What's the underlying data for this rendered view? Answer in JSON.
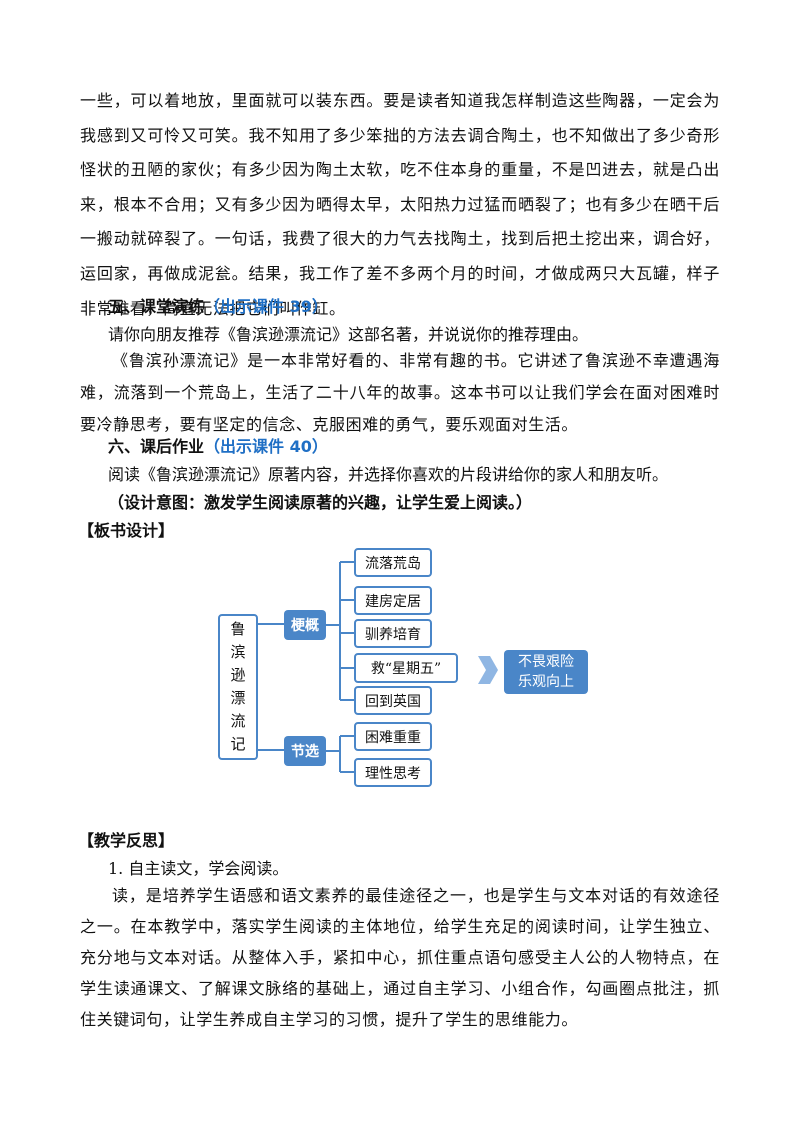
{
  "para1": "一些，可以着地放，里面就可以装东西。要是读者知道我怎样制造这些陶器，一定会为我感到又可怜又可笑。我不知用了多少笨拙的方法去调合陶土，也不知做出了多少奇形怪状的丑陋的家伙；有多少因为陶土太软，吃不住本身的重量，不是凹进去，就是凸出来，根本不合用；又有多少因为晒得太早，太阳热力过猛而晒裂了；也有多少在晒干后一搬动就碎裂了。一句话，我费了很大的力气去找陶土，找到后把土挖出来，调合好，运回家，再做成泥瓮。结果，我工作了差不多两个月的时间，才做成两只大瓦罐，样子非常难看，简直无法把它们叫作缸。",
  "section5": {
    "title": "五、课堂演练",
    "ref": "（出示课件 39）"
  },
  "section5_line1": "请你向朋友推荐《鲁滨逊漂流记》这部名著，并说说你的推荐理由。",
  "section5_para": "《鲁滨孙漂流记》是一本非常好看的、非常有趣的书。它讲述了鲁滨逊不幸遭遇海难，流落到一个荒岛上，生活了二十八年的故事。这本书可以让我们学会在面对困难时要冷静思考，要有坚定的信念、克服困难的勇气，要乐观面对生活。",
  "section6": {
    "title": "六、课后作业",
    "ref": "（出示课件 40）"
  },
  "section6_line1": "阅读《鲁滨逊漂流记》原著内容，并选择你喜欢的片段讲给你的家人和朋友听。",
  "design_intent": "（设计意图：激发学生阅读原著的兴趣，让学生爱上阅读。）",
  "board_heading": "【板书设计】",
  "board": {
    "title_chars": [
      "鲁",
      "滨",
      "逊",
      "漂",
      "流",
      "记"
    ],
    "branch1": "梗概",
    "branch2": "节选",
    "items1": [
      "流落荒岛",
      "建房定居",
      "驯养培育",
      "救“星期五”",
      "回到英国"
    ],
    "items2": [
      "困难重重",
      "理性思考"
    ],
    "result_lines": [
      "不畏艰险",
      "乐观向上"
    ],
    "colors": {
      "accent": "#4a86c8",
      "arrow": "#8fb6e3"
    }
  },
  "reflection_heading": "【教学反思】",
  "reflection_item1": "1. 自主读文，学会阅读。",
  "reflection_para": "读，是培养学生语感和语文素养的最佳途径之一，也是学生与文本对话的有效途径之一。在本教学中，落实学生阅读的主体地位，给学生充足的阅读时间，让学生独立、充分地与文本对话。从整体入手，紧扣中心，抓住重点语句感受主人公的人物特点，在学生读通课文、了解课文脉络的基础上，通过自主学习、小组合作，勾画圈点批注，抓住关键词句，让学生养成自主学习的习惯，提升了学生的思维能力。"
}
